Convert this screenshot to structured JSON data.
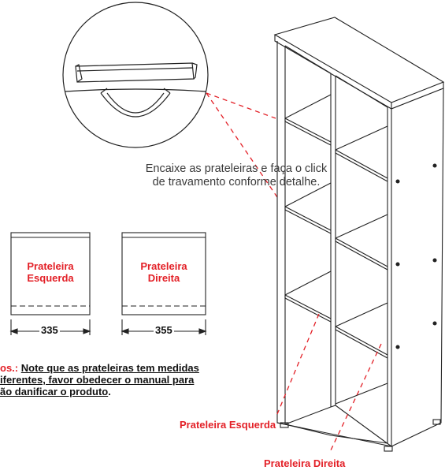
{
  "instruction": {
    "line1": "Encaixe as prateleiras e faça o click",
    "line2": "de travamento conforme detalhe."
  },
  "shelves": [
    {
      "name_line1": "Prateleira",
      "name_line2": "Esquerda",
      "dimension": "335"
    },
    {
      "name_line1": "Prateleira",
      "name_line2": "Direita",
      "dimension": "355"
    }
  ],
  "note": {
    "prefix": "os.:",
    "line1": "Note que as prateleiras tem medidas",
    "line2": "iferentes, favor obedecer o manual para",
    "line3": "ão danificar o produto",
    "line3_end": "."
  },
  "callouts": {
    "left_shelf": "Prateleira Esquerda",
    "right_shelf": "Prateleira Direita"
  },
  "colors": {
    "accent": "#e32027",
    "line": "#222222",
    "text": "#111111"
  }
}
